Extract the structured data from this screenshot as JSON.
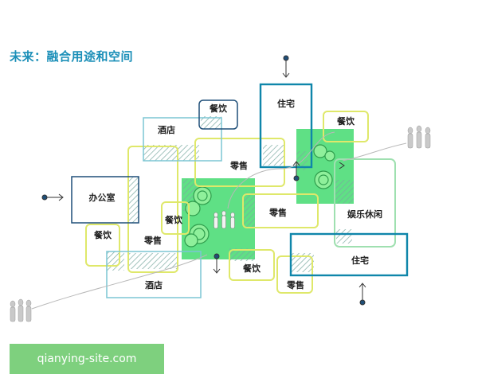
{
  "title": "未来：融合用途和空间",
  "labels": {
    "office": "办公室",
    "dining_left": "餐饮",
    "dining_center": "餐饮",
    "dining_top": "餐饮",
    "dining_right": "餐饮",
    "dining_bottom": "餐饮",
    "hotel_top": "酒店",
    "hotel_bottom": "酒店",
    "retail_top": "零售",
    "retail_left": "零售",
    "retail_center": "零售",
    "retail_bottom": "零售",
    "residential_top": "住宅",
    "residential_bottom": "住宅",
    "entertainment": "娱乐休闲"
  },
  "watermark": "qianying-site.com",
  "colors": {
    "title": "#1b8fb8",
    "green": "#5fe085",
    "yellow": "#dfe86a",
    "cyan": "#7cc6d4",
    "navy": "#1f4f78",
    "teal": "#0f86aa",
    "mint": "#9fe0b0",
    "watermark_bg": "#7ed07e"
  }
}
